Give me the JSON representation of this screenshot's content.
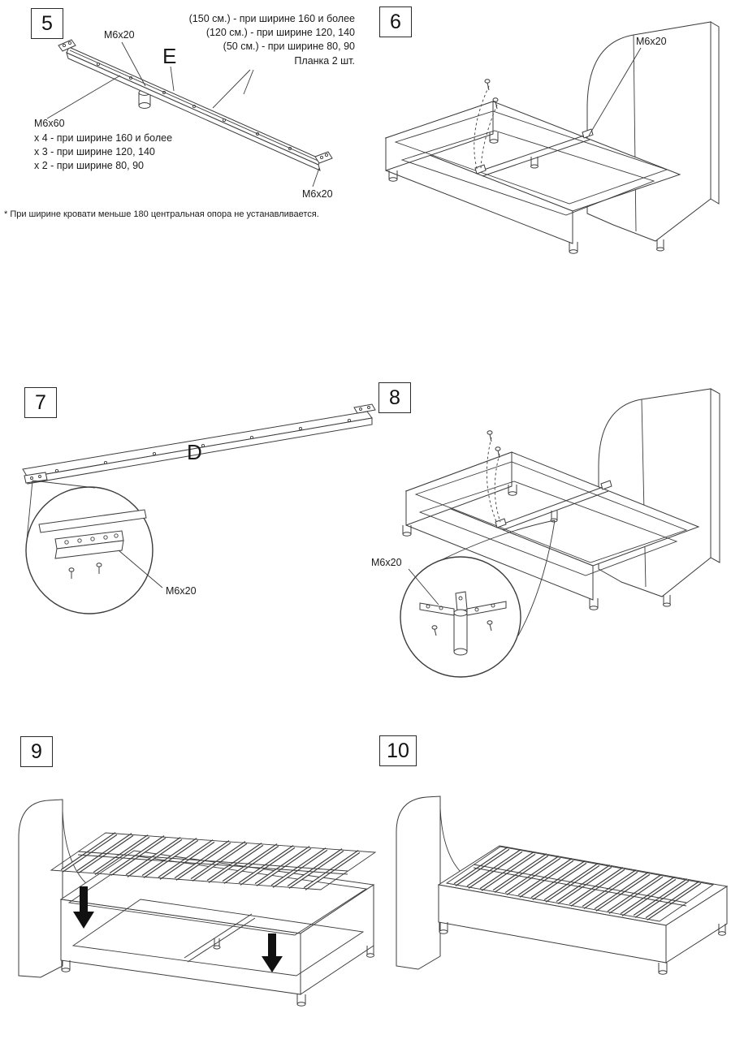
{
  "colors": {
    "line": "#3c3c3c",
    "text": "#1a1a1a",
    "arrow": "#111111"
  },
  "step5": {
    "number": "5",
    "screw_top_label": "M6x20",
    "part_letter": "E",
    "width_notes": [
      "(150 см.) - при ширине 160 и более",
      "(120 см.) - при ширине 120, 140",
      "(50 см.) - при ширине 80, 90",
      "Планка 2 шт."
    ],
    "bolt_label": "M6x60",
    "bolt_notes": [
      "х 4 - при ширине 160 и более",
      "х 3 - при ширине 120, 140",
      "х 2 - при ширине 80, 90"
    ],
    "screw_bottom_label": "M6x20",
    "footnote": "* При ширине кровати меньше 180 центральная опора не устанавливается."
  },
  "step6": {
    "number": "6",
    "screw_label": "M6x20"
  },
  "step7": {
    "number": "7",
    "part_letter": "D",
    "screw_label": "M6x20"
  },
  "step8": {
    "number": "8",
    "screw_label": "M6x20"
  },
  "step9": {
    "number": "9"
  },
  "step10": {
    "number": "10"
  }
}
